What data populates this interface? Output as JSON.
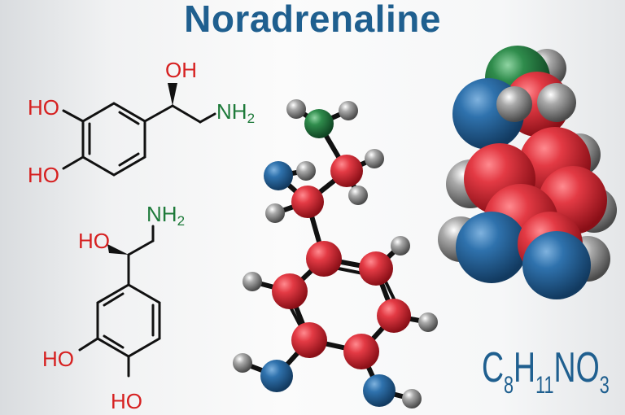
{
  "title": "Noradrenaline",
  "formula": {
    "c": "C",
    "c_count": "8",
    "h": "H",
    "h_count": "11",
    "n": "N",
    "o": "O",
    "o_count": "3"
  },
  "structure_top": {
    "oh_top": "OH",
    "nh2": "NH",
    "nh2_sub": "2",
    "ho_upper": "HO",
    "ho_lower": "HO"
  },
  "structure_bottom": {
    "nh2": "NH",
    "nh2_sub": "2",
    "ho_chain": "HO",
    "ho_upper": "HO",
    "ho_lower": "HO"
  },
  "colors": {
    "title": "#1f5f8f",
    "formula": "#1f5f8f",
    "oxygen_label": "#d62020",
    "nitrogen_label": "#1e7a3a",
    "carbon_atom": "#d42a35",
    "oxygen_atom": "#2c6ea8",
    "nitrogen_atom": "#2e8a4a",
    "hydrogen_atom": "#8c8c8c"
  }
}
